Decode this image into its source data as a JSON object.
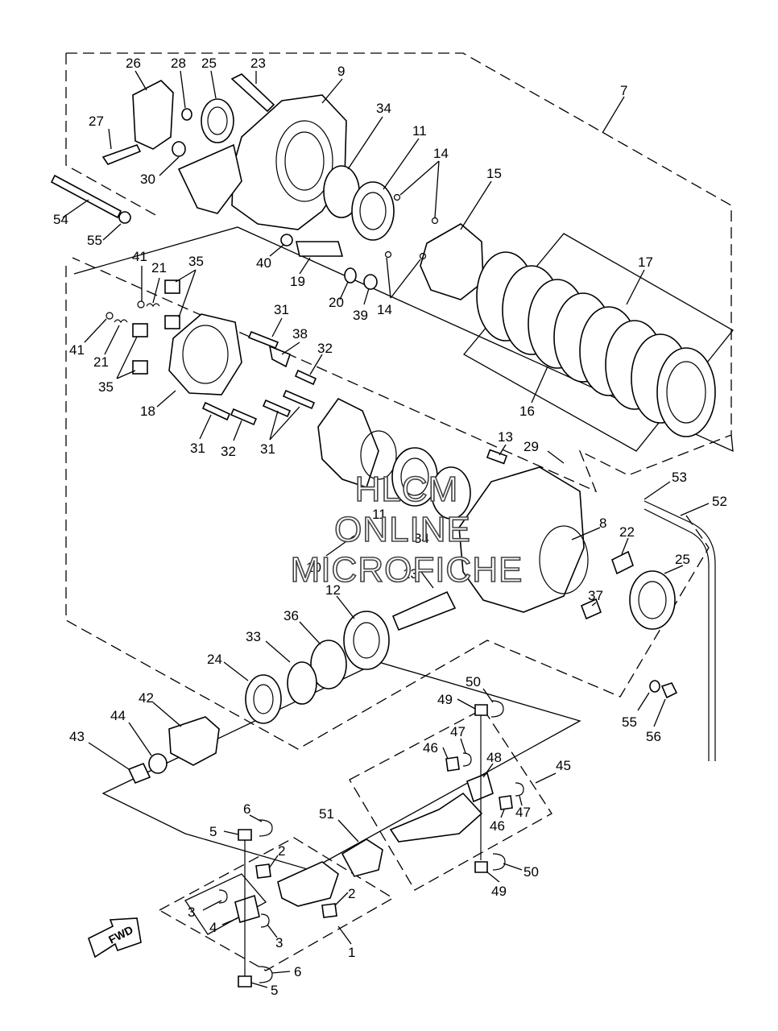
{
  "diagram": {
    "watermark_lines": [
      "HLCM",
      "ONLINE",
      "MICROFICHE"
    ],
    "fwd_label": "FWD",
    "callouts": [
      {
        "id": "c26",
        "text": "26"
      },
      {
        "id": "c28",
        "text": "28"
      },
      {
        "id": "c25a",
        "text": "25"
      },
      {
        "id": "c23",
        "text": "23"
      },
      {
        "id": "c9",
        "text": "9"
      },
      {
        "id": "c7",
        "text": "7"
      },
      {
        "id": "c27",
        "text": "27"
      },
      {
        "id": "c34a",
        "text": "34"
      },
      {
        "id": "c11a",
        "text": "11"
      },
      {
        "id": "c14a",
        "text": "14"
      },
      {
        "id": "c30",
        "text": "30"
      },
      {
        "id": "c15",
        "text": "15"
      },
      {
        "id": "c54",
        "text": "54"
      },
      {
        "id": "c55a",
        "text": "55"
      },
      {
        "id": "c40",
        "text": "40"
      },
      {
        "id": "c19",
        "text": "19"
      },
      {
        "id": "c20",
        "text": "20"
      },
      {
        "id": "c39",
        "text": "39"
      },
      {
        "id": "c14b",
        "text": "14"
      },
      {
        "id": "c17",
        "text": "17"
      },
      {
        "id": "c41a",
        "text": "41"
      },
      {
        "id": "c21a",
        "text": "21"
      },
      {
        "id": "c35a",
        "text": "35"
      },
      {
        "id": "c31a",
        "text": "31"
      },
      {
        "id": "c38",
        "text": "38"
      },
      {
        "id": "c41b",
        "text": "41"
      },
      {
        "id": "c21b",
        "text": "21"
      },
      {
        "id": "c32a",
        "text": "32"
      },
      {
        "id": "c35b",
        "text": "35"
      },
      {
        "id": "c18",
        "text": "18"
      },
      {
        "id": "c16",
        "text": "16"
      },
      {
        "id": "c31b",
        "text": "31"
      },
      {
        "id": "c32b",
        "text": "32"
      },
      {
        "id": "c31c",
        "text": "31"
      },
      {
        "id": "c13a",
        "text": "13"
      },
      {
        "id": "c29",
        "text": "29"
      },
      {
        "id": "c53",
        "text": "53"
      },
      {
        "id": "c52",
        "text": "52"
      },
      {
        "id": "c11b",
        "text": "11"
      },
      {
        "id": "c34b",
        "text": "34"
      },
      {
        "id": "c8",
        "text": "8"
      },
      {
        "id": "c22",
        "text": "22"
      },
      {
        "id": "c10",
        "text": "10"
      },
      {
        "id": "c13b",
        "text": "13"
      },
      {
        "id": "c25b",
        "text": "25"
      },
      {
        "id": "c12",
        "text": "12"
      },
      {
        "id": "c37",
        "text": "37"
      },
      {
        "id": "c36",
        "text": "36"
      },
      {
        "id": "c33",
        "text": "33"
      },
      {
        "id": "c24",
        "text": "24"
      },
      {
        "id": "c50a",
        "text": "50"
      },
      {
        "id": "c55b",
        "text": "55"
      },
      {
        "id": "c56",
        "text": "56"
      },
      {
        "id": "c49a",
        "text": "49"
      },
      {
        "id": "c42",
        "text": "42"
      },
      {
        "id": "c47a",
        "text": "47"
      },
      {
        "id": "c44",
        "text": "44"
      },
      {
        "id": "c46a",
        "text": "46"
      },
      {
        "id": "c48",
        "text": "48"
      },
      {
        "id": "c43",
        "text": "43"
      },
      {
        "id": "c45",
        "text": "45"
      },
      {
        "id": "c47b",
        "text": "47"
      },
      {
        "id": "c46b",
        "text": "46"
      },
      {
        "id": "c6a",
        "text": "6"
      },
      {
        "id": "c51",
        "text": "51"
      },
      {
        "id": "c5a",
        "text": "5"
      },
      {
        "id": "c2a",
        "text": "2"
      },
      {
        "id": "c50b",
        "text": "50"
      },
      {
        "id": "c49b",
        "text": "49"
      },
      {
        "id": "c2b",
        "text": "2"
      },
      {
        "id": "c3a",
        "text": "3"
      },
      {
        "id": "c4",
        "text": "4"
      },
      {
        "id": "c3b",
        "text": "3"
      },
      {
        "id": "c1",
        "text": "1"
      },
      {
        "id": "c6b",
        "text": "6"
      },
      {
        "id": "c5b",
        "text": "5"
      }
    ]
  }
}
